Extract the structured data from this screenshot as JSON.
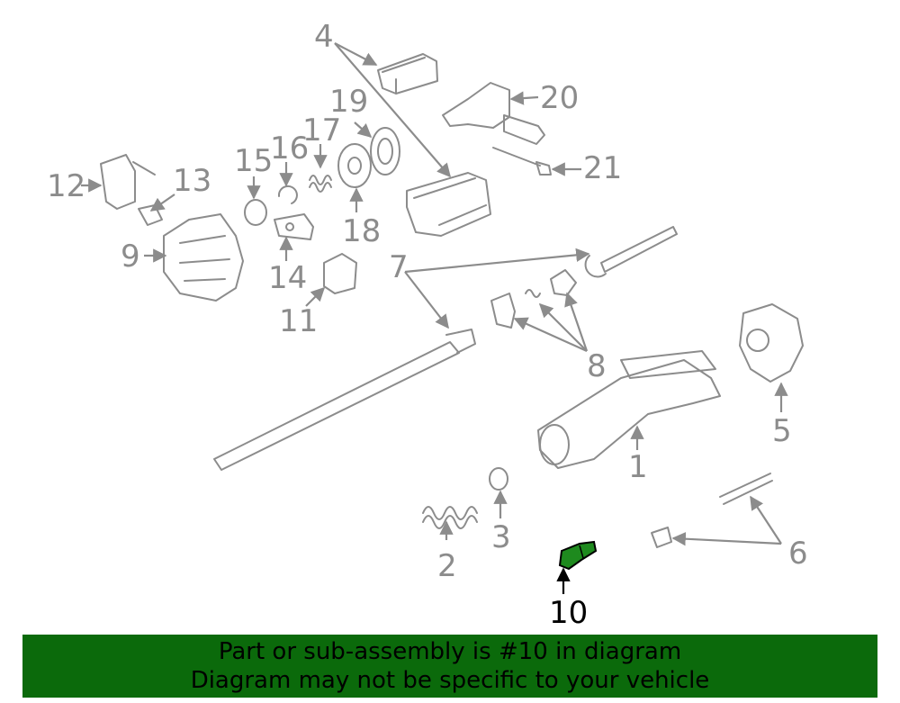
{
  "colors": {
    "banner": "#0b6a0b",
    "highlight_part": "#1e8a1e",
    "line": "#8c8c8c",
    "highlight_text": "#000000"
  },
  "callouts": {
    "c1": "1",
    "c2": "2",
    "c3": "3",
    "c4": "4",
    "c5": "5",
    "c6": "6",
    "c7": "7",
    "c8": "8",
    "c9": "9",
    "c10": "10",
    "c11": "11",
    "c12": "12",
    "c13": "13",
    "c14": "14",
    "c15": "15",
    "c16": "16",
    "c17": "17",
    "c18": "18",
    "c19": "19",
    "c20": "20",
    "c21": "21"
  },
  "highlighted_part": "10",
  "banner": {
    "line1": "Part or sub-assembly is #10 in diagram",
    "line2": "Diagram may not be specific to your vehicle"
  }
}
